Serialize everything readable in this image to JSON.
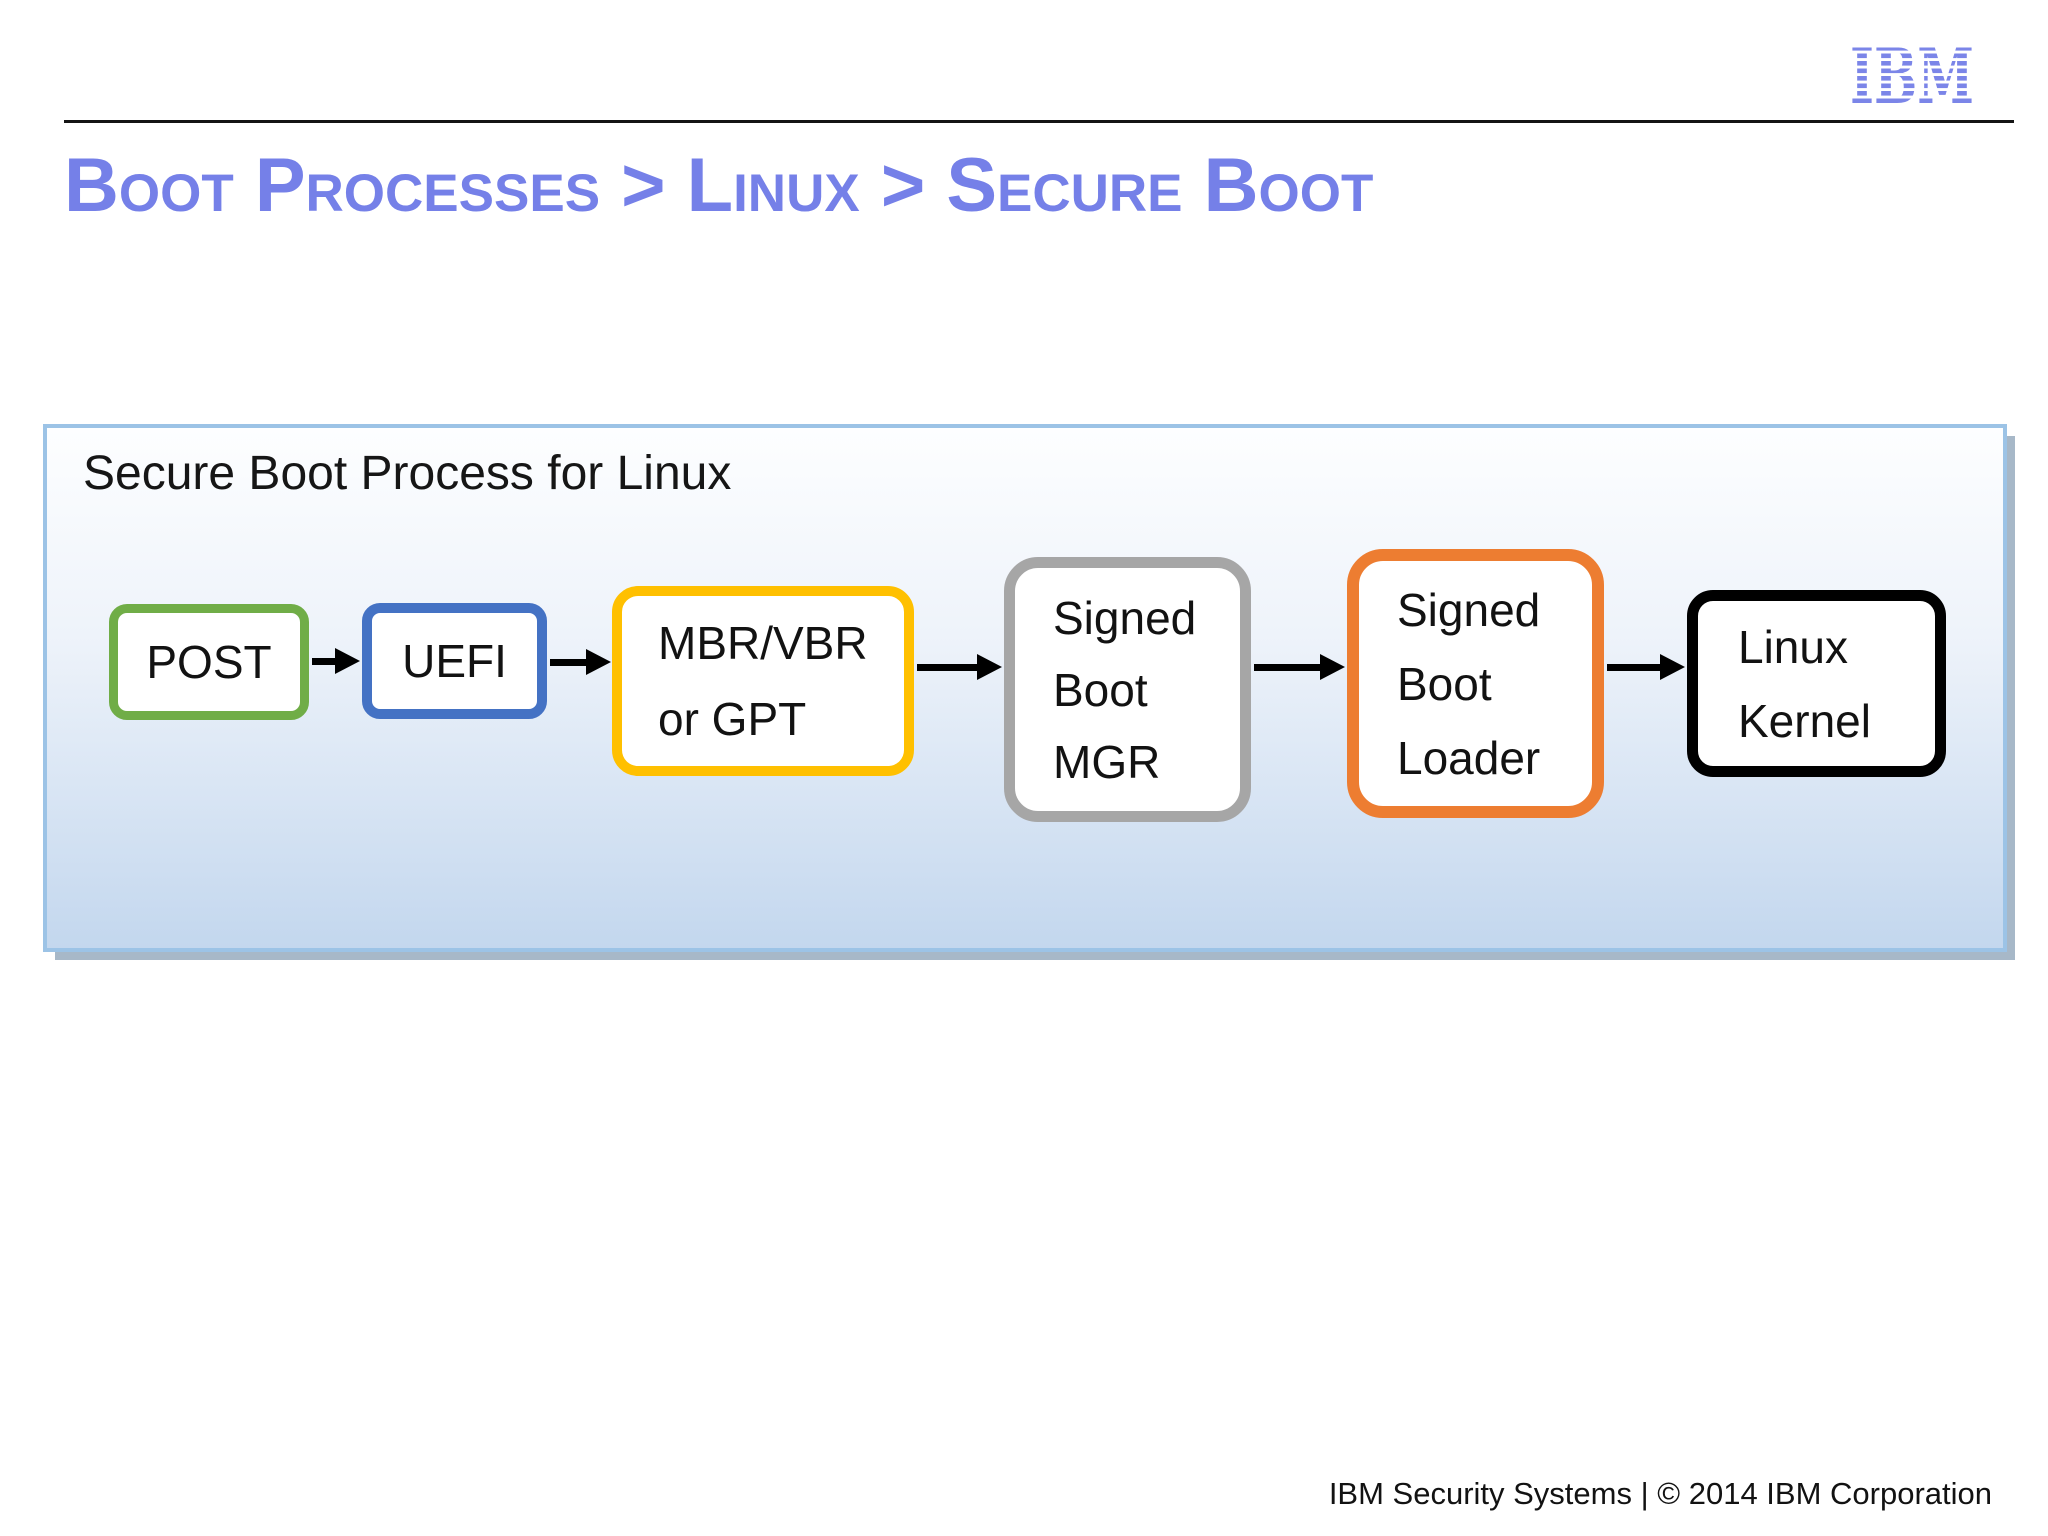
{
  "header": {
    "logo_text": "IBM",
    "logo_color": "#7b85e8",
    "title": "Boot Processes > Linux > Secure Boot",
    "title_color": "#7580e8"
  },
  "panel": {
    "title": "Secure Boot Process for Linux",
    "border_color": "#9cc3e6",
    "gradient_top": "#fdfeff",
    "gradient_bottom": "#c3d7ee",
    "arrow_color": "#000000",
    "nodes": [
      {
        "id": "post",
        "lines": [
          "POST"
        ],
        "border_color": "#70ad47"
      },
      {
        "id": "uefi",
        "lines": [
          "UEFI"
        ],
        "border_color": "#4472c4"
      },
      {
        "id": "mbr-vbr-or-gpt",
        "lines": [
          "MBR/VBR",
          "or GPT"
        ],
        "border_color": "#ffc000"
      },
      {
        "id": "signed-boot-mgr",
        "lines": [
          "Signed",
          "Boot",
          "MGR"
        ],
        "border_color": "#a6a6a6"
      },
      {
        "id": "signed-boot-loader",
        "lines": [
          "Signed",
          "Boot",
          "Loader"
        ],
        "border_color": "#ed7d31"
      },
      {
        "id": "linux-kernel",
        "lines": [
          "Linux",
          "Kernel"
        ],
        "border_color": "#000000"
      }
    ]
  },
  "footer": {
    "text": "IBM Security Systems | © 2014 IBM Corporation"
  }
}
